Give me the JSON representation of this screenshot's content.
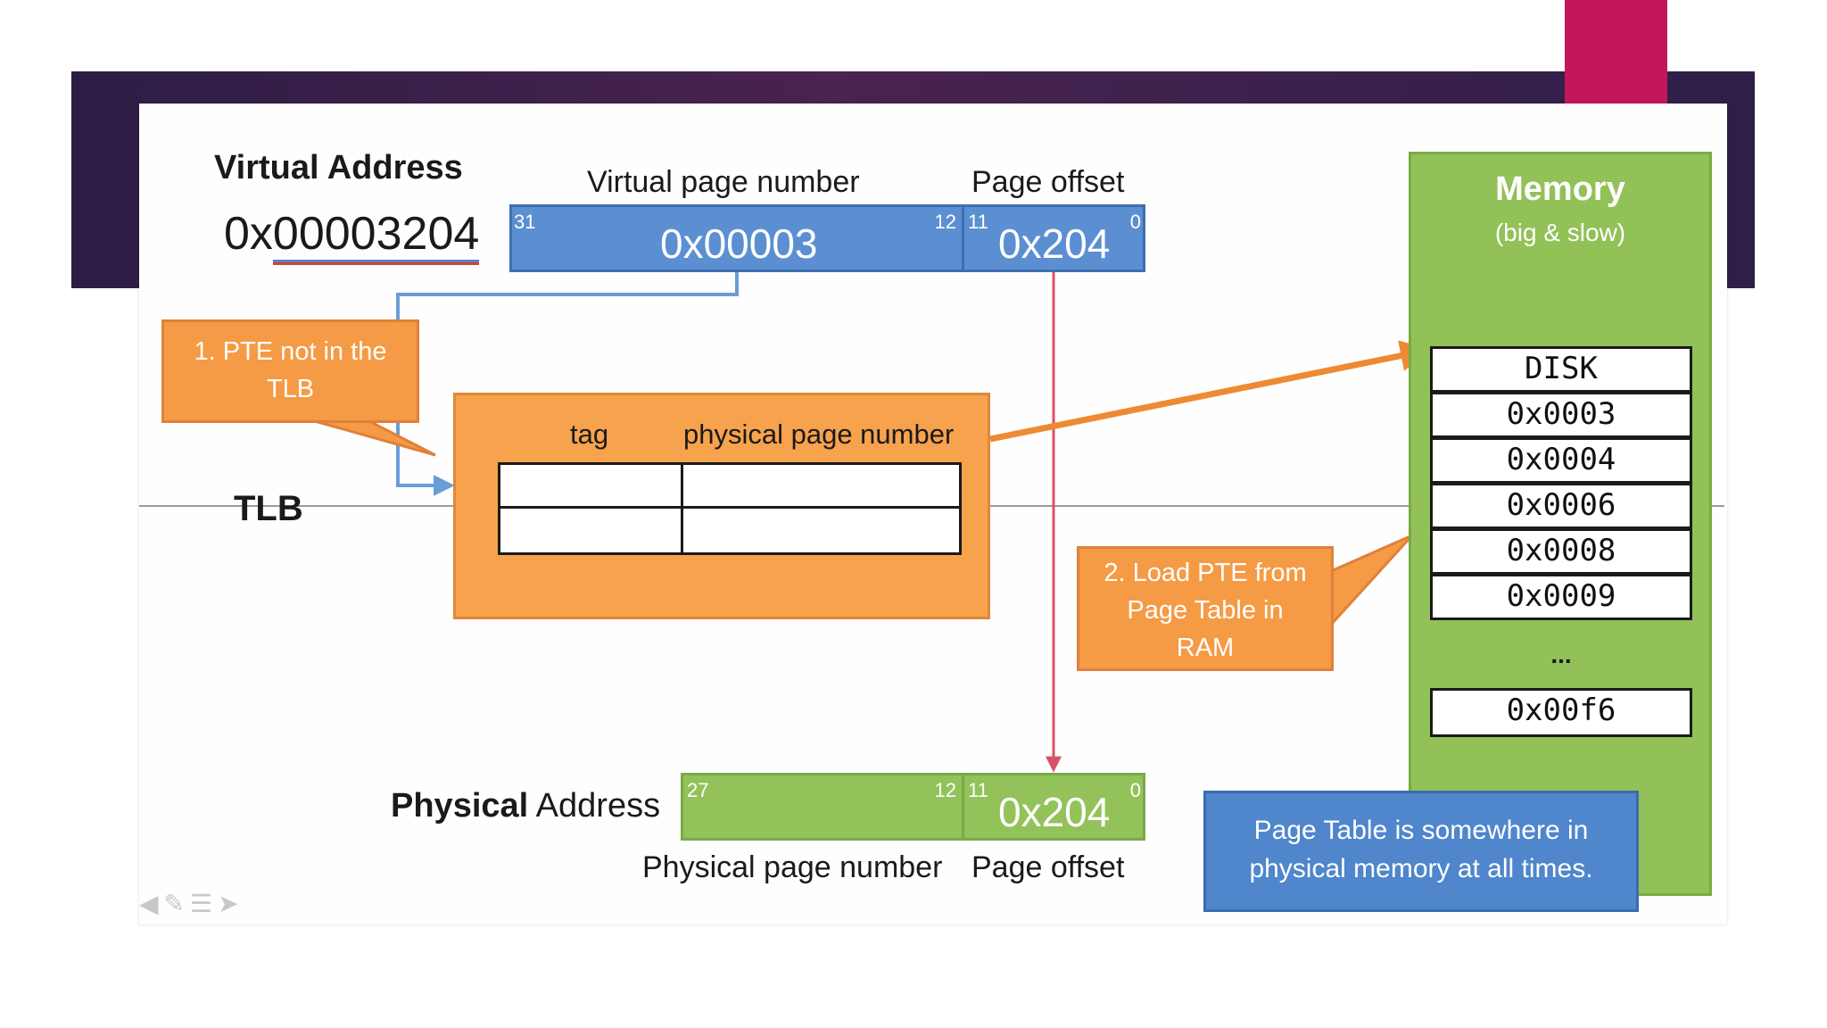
{
  "virtual": {
    "title": "Virtual Address",
    "value_prefix": "0x",
    "value_main": "00003204",
    "vpn_label": "Virtual page number",
    "offset_label": "Page offset",
    "vpn_value": "0x00003",
    "offset_value": "0x204",
    "bits": {
      "hi": "31",
      "vpn_lo": "12",
      "off_hi": "11",
      "off_lo": "0"
    }
  },
  "callout1": {
    "line1": "1. PTE not in the",
    "line2": "TLB"
  },
  "tlb": {
    "label": "TLB",
    "tag_header": "tag",
    "ppn_header": "physical page number",
    "rows": [
      [
        "",
        ""
      ],
      [
        "",
        ""
      ]
    ]
  },
  "callout2": {
    "line1": "2. Load PTE from",
    "line2": "Page Table in",
    "line3": "RAM"
  },
  "memory": {
    "title": "Memory",
    "subtitle": "(big & slow)",
    "entries": [
      "DISK",
      "0x0003",
      "0x0004",
      "0x0006",
      "0x0008",
      "0x0009"
    ],
    "ellipsis": "...",
    "last_entry": "0x00f6"
  },
  "callout3": {
    "line1": "Page Table is somewhere in",
    "line2": "physical memory at all times."
  },
  "physical": {
    "title_bold": "Physical",
    "title_rest": " Address",
    "ppn_label": "Physical page number",
    "offset_label": "Page offset",
    "offset_value": "0x204",
    "bits": {
      "hi": "27",
      "ppn_lo": "12",
      "off_hi": "11",
      "off_lo": "0"
    }
  },
  "colors": {
    "accent": "#c2185b",
    "blue_field": "#5b8fd2",
    "green_field": "#93c25a",
    "orange": "#f59a45",
    "red_arrow": "#d9506a"
  }
}
